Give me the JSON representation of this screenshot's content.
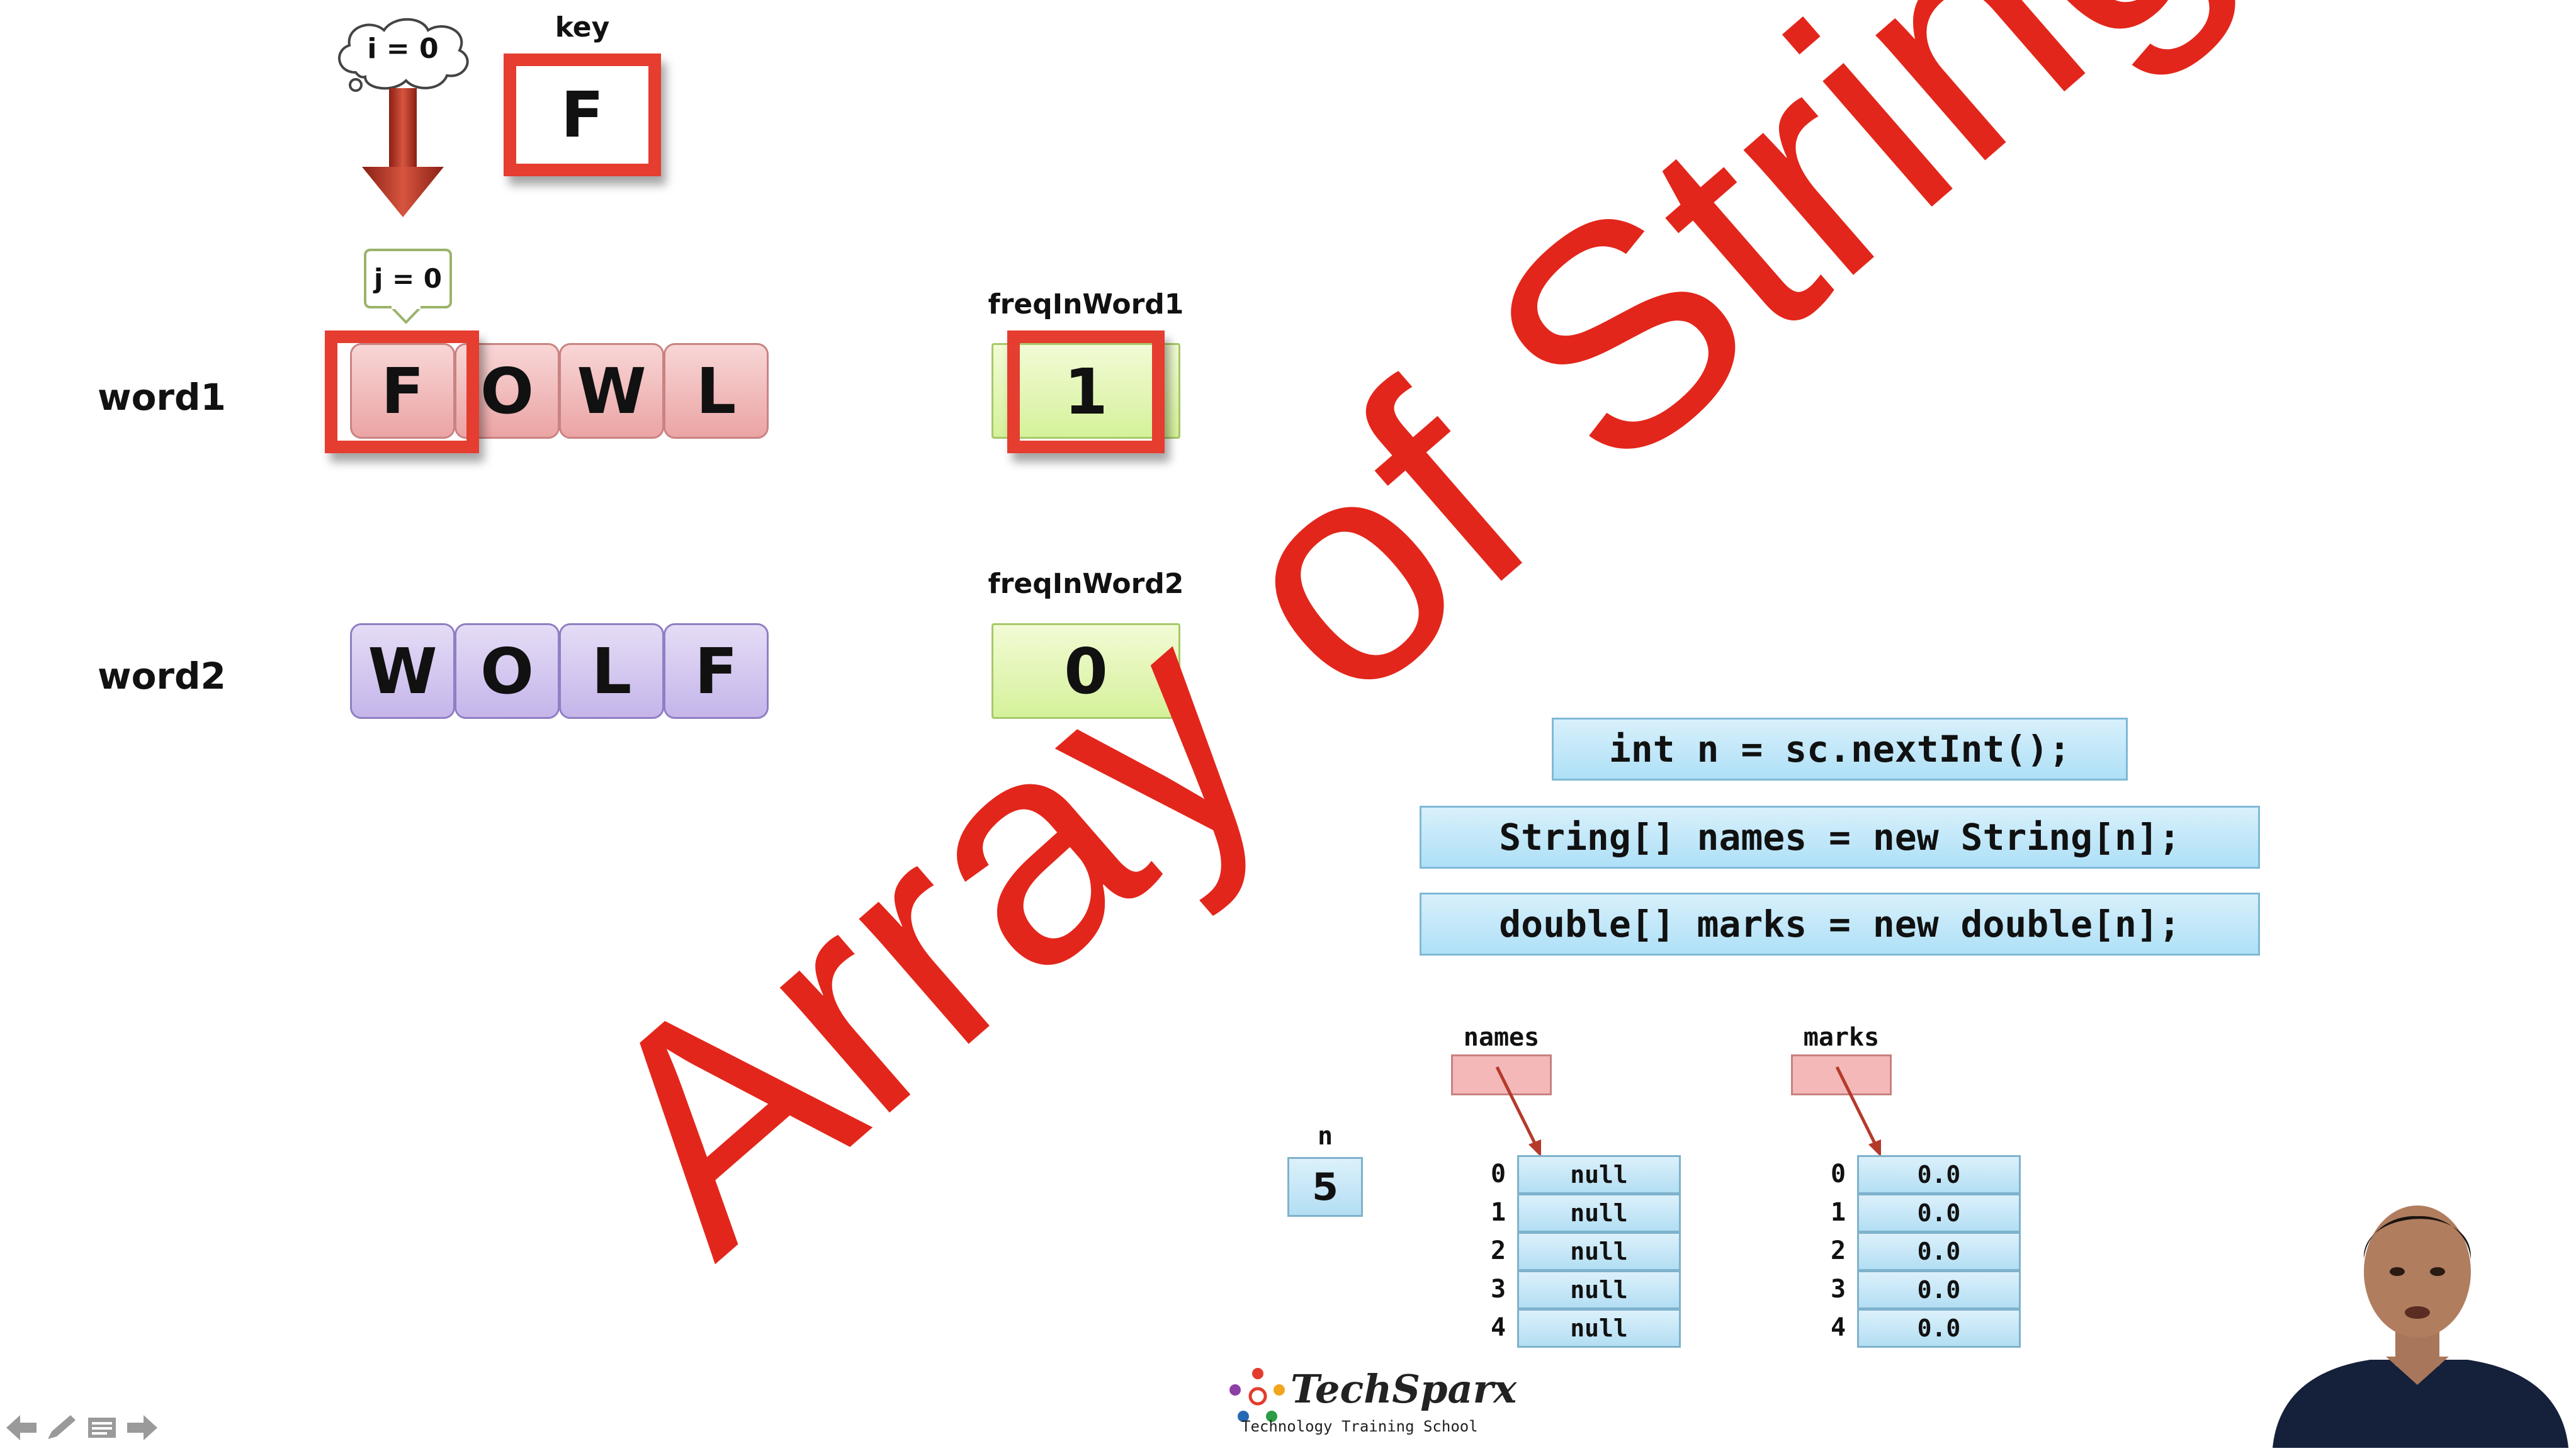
{
  "loop": {
    "i_label": "i = 0",
    "j_label": "j = 0"
  },
  "key": {
    "label": "key",
    "value": "F"
  },
  "word1": {
    "label": "word1",
    "letters": [
      "F",
      "O",
      "W",
      "L"
    ]
  },
  "word2": {
    "label": "word2",
    "letters": [
      "W",
      "O",
      "L",
      "F"
    ]
  },
  "freq1": {
    "label": "freqInWord1",
    "value": "1"
  },
  "freq2": {
    "label": "freqInWord2",
    "value": "0"
  },
  "code": [
    "int n = sc.nextInt();",
    "String[] names = new String[n];",
    "double[] marks = new double[n];"
  ],
  "n": {
    "label": "n",
    "value": "5"
  },
  "names_array": {
    "label": "names",
    "indices": [
      "0",
      "1",
      "2",
      "3",
      "4"
    ],
    "values": [
      "null",
      "null",
      "null",
      "null",
      "null"
    ]
  },
  "marks_array": {
    "label": "marks",
    "indices": [
      "0",
      "1",
      "2",
      "3",
      "4"
    ],
    "values": [
      "0.0",
      "0.0",
      "0.0",
      "0.0",
      "0.0"
    ]
  },
  "watermark": "Array of Strings",
  "logo": {
    "name": "TechSparx",
    "tagline": "Technology Training School"
  },
  "colors": {
    "red_highlight": "#e53d2f",
    "watermark": "#e3261b",
    "arrow": "#b53a2a"
  },
  "controls": {
    "icons": [
      "arrow-left-icon",
      "pen-icon",
      "menu-icon",
      "arrow-right-icon"
    ]
  }
}
